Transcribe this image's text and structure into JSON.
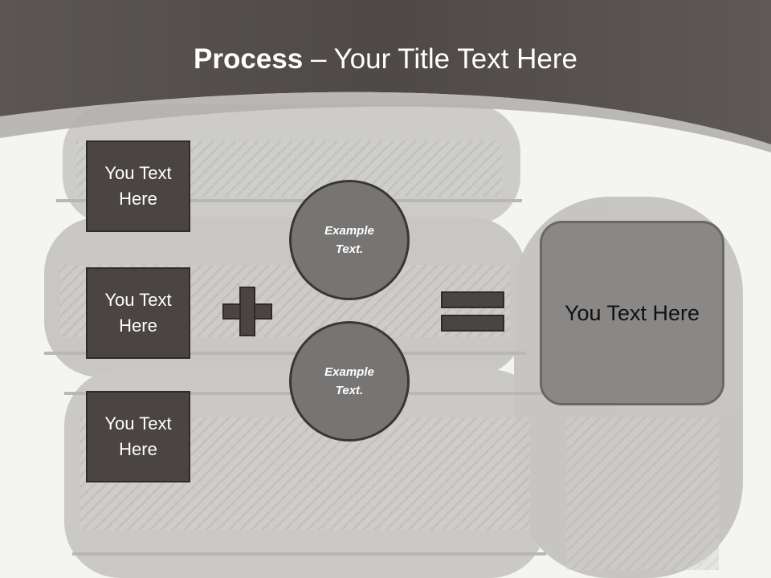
{
  "title": {
    "bold": "Process",
    "rest": " – Your Title Text Here"
  },
  "inputs": [
    {
      "label": "You Text Here"
    },
    {
      "label": "You Text Here"
    },
    {
      "label": "You Text Here"
    }
  ],
  "circles": [
    {
      "label": "Example Text."
    },
    {
      "label": "Example Text."
    }
  ],
  "result": {
    "label": "You Text Here"
  },
  "colors": {
    "header_band": "#55504d",
    "box_fill": "#4a4542",
    "circle_fill": "#777574",
    "result_fill": "#8a8887",
    "background": "#f4f4f3"
  },
  "icons": [
    "plus-icon",
    "equals-icon"
  ]
}
